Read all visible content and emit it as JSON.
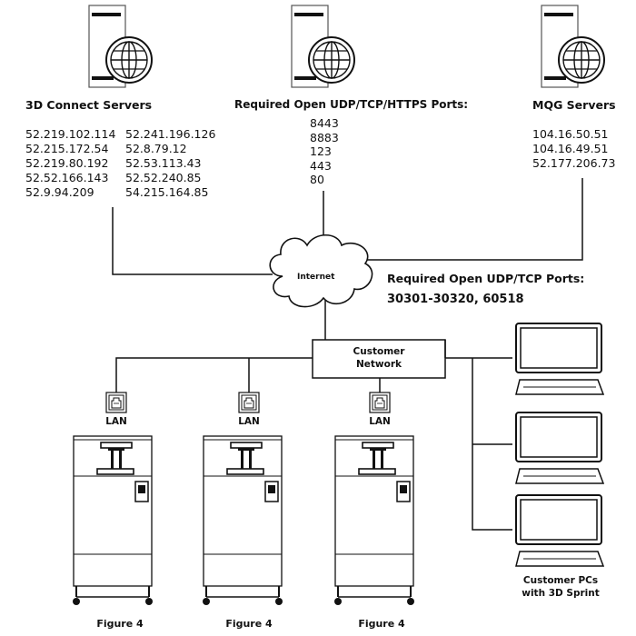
{
  "servers": {
    "connect": {
      "title": "3D Connect Servers",
      "ips_col1": [
        "52.219.102.114",
        "52.215.172.54",
        "52.219.80.192",
        "52.52.166.143",
        "52.9.94.209"
      ],
      "ips_col2": [
        "52.241.196.126",
        "52.8.79.12",
        "52.53.113.43",
        "52.52.240.85",
        "54.215.164.85"
      ]
    },
    "ports_main": {
      "title": "Required Open UDP/TCP/HTTPS Ports:",
      "ports": [
        "8443",
        "8883",
        "123",
        "443",
        "80"
      ]
    },
    "mqg": {
      "title": "MQG Servers",
      "ips": [
        "104.16.50.51",
        "104.16.49.51",
        "52.177.206.73"
      ]
    }
  },
  "internet": {
    "label": "Internet"
  },
  "ports_udp": {
    "title": "Required Open UDP/TCP Ports:",
    "value": "30301-30320, 60518"
  },
  "network": {
    "line1": "Customer",
    "line2": "Network"
  },
  "lan_label": "LAN",
  "printers": [
    {
      "label": "Figure 4"
    },
    {
      "label": "Figure 4"
    },
    {
      "label": "Figure 4"
    }
  ],
  "pcs": {
    "line1": "Customer PCs",
    "line2": "with 3D Sprint"
  },
  "icons": [
    "server-globe-icon",
    "cloud-icon",
    "lan-port-icon",
    "printer-icon",
    "monitor-icon",
    "keyboard-icon"
  ]
}
